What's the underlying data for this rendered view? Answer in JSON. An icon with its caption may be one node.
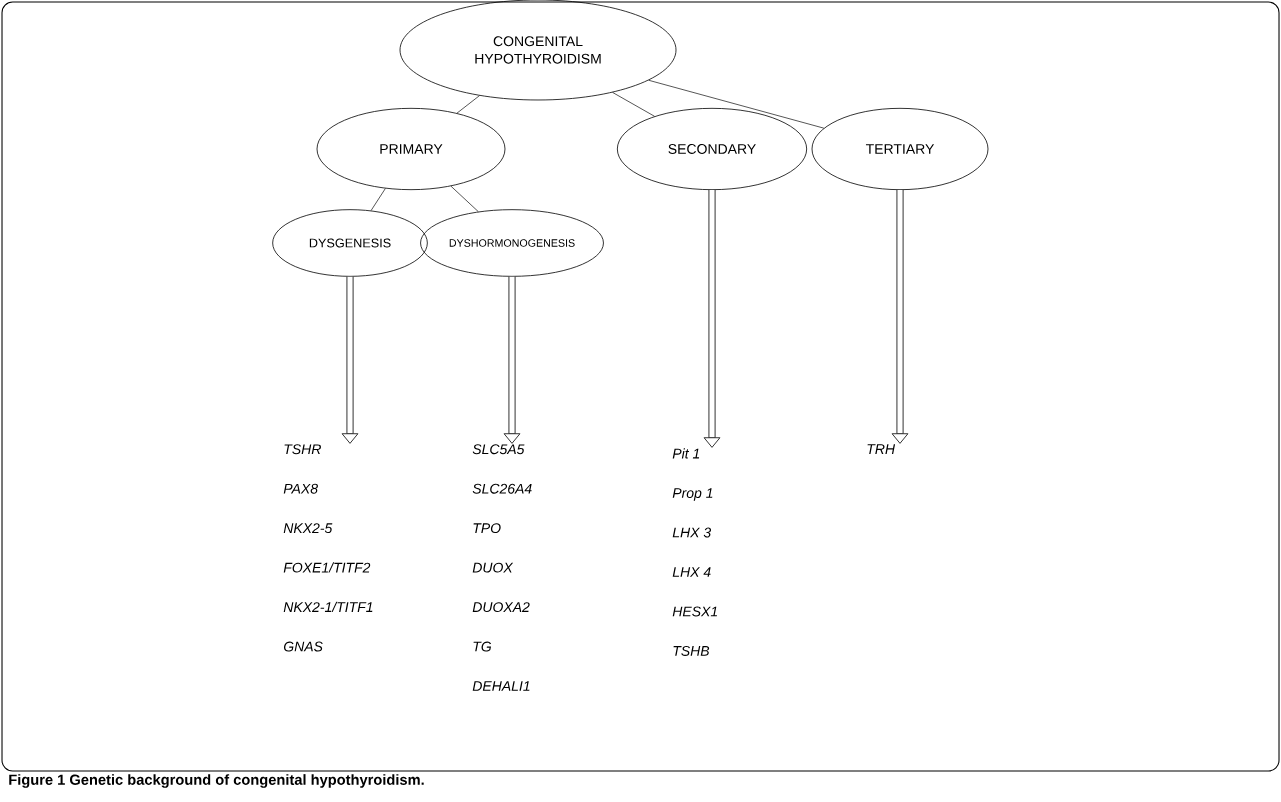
{
  "diagram": {
    "caption": "Figure 1 Genetic background of congenital hypothyroidism.",
    "nodes": [
      {
        "text": [
          "CONGENITAL HYPOTHYROIDISM"
        ]
      },
      {
        "text": [
          "PRIMARY"
        ]
      },
      {
        "text": [
          "SECONDARY"
        ]
      },
      {
        "text": [
          "TERTIARY"
        ]
      },
      {
        "text": [
          "DYSGENESIS"
        ]
      },
      {
        "text": [
          "DYSHORMONOGENESIS"
        ]
      },
      {
        "text": [
          "TSHR",
          "PAX8",
          "NKX2-5",
          "FOXE1/TITF2",
          "NKX2-1/TITF1",
          "GNAS"
        ]
      },
      {
        "text": [
          "SLC5A5",
          "SLC26A4",
          "TPO",
          "DUOX",
          "DUOXA2",
          "TG",
          "DEHALI1"
        ]
      },
      {
        "text": [
          "Pit 1",
          "Prop 1",
          "LHX 3",
          "LHX 4",
          "HESX1",
          "TSHB"
        ]
      },
      {
        "text": [
          "TRH"
        ]
      }
    ],
    "edges": [
      {
        "from": 0,
        "to": 1,
        "arrow": "none"
      },
      {
        "from": 0,
        "to": 2,
        "arrow": "none"
      },
      {
        "from": 0,
        "to": 3,
        "arrow": "none"
      },
      {
        "from": 1,
        "to": 4,
        "arrow": "none"
      },
      {
        "from": 1,
        "to": 5,
        "arrow": "none"
      },
      {
        "from": 4,
        "to": 6,
        "arrow": "to",
        "style": "thick"
      },
      {
        "from": 5,
        "to": 7,
        "arrow": "to",
        "style": "thick"
      },
      {
        "from": 2,
        "to": 8,
        "arrow": "to",
        "style": "thick"
      },
      {
        "from": 3,
        "to": 9,
        "arrow": "to",
        "style": "thick"
      }
    ]
  }
}
